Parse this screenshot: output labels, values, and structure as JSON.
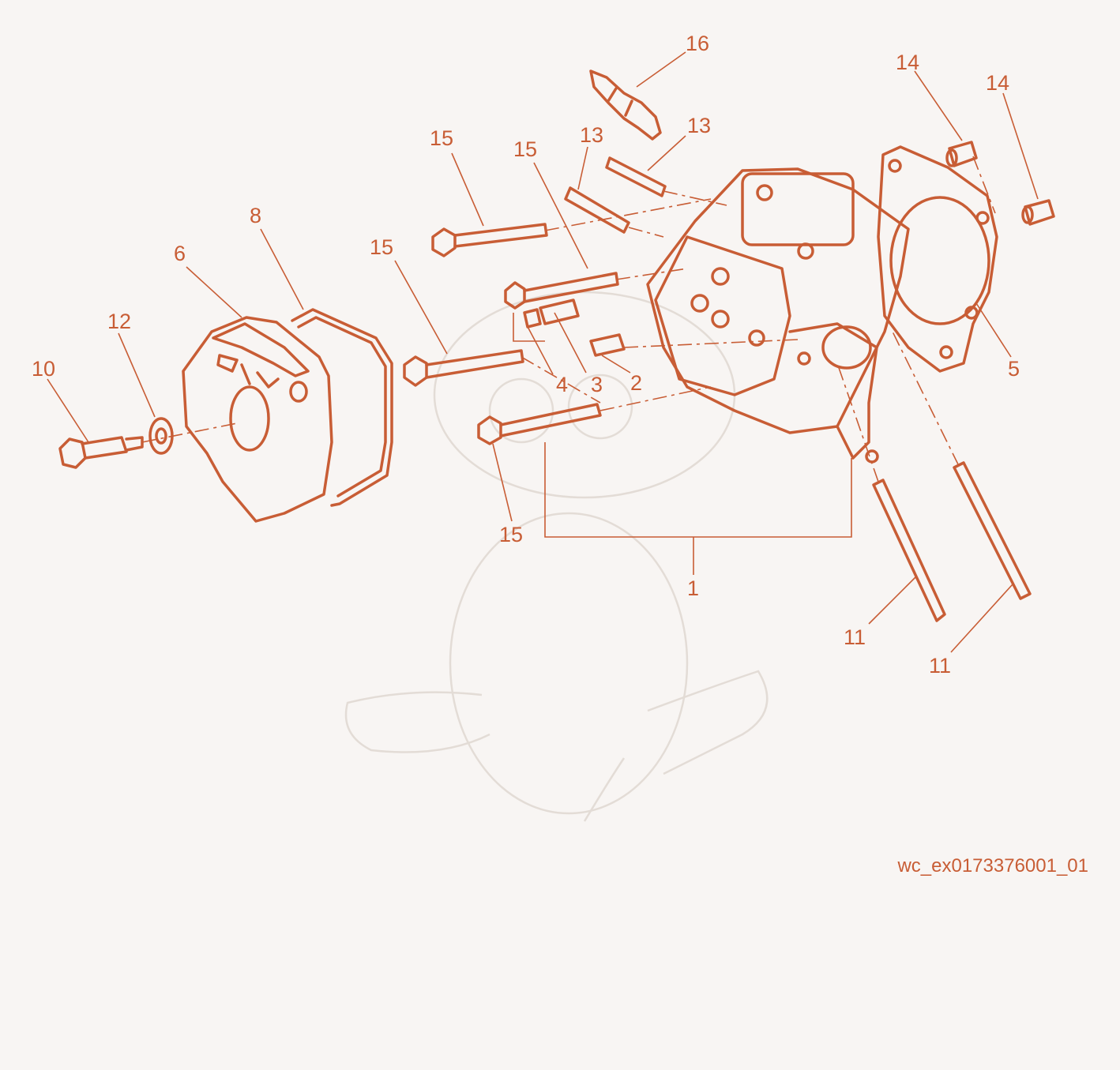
{
  "callouts": {
    "c1": "1",
    "c2": "2",
    "c3": "3",
    "c4": "4",
    "c5": "5",
    "c6": "6",
    "c8": "8",
    "c10": "10",
    "c11a": "11",
    "c11b": "11",
    "c12": "12",
    "c13a": "13",
    "c13b": "13",
    "c14a": "14",
    "c14b": "14",
    "c15a": "15",
    "c15b": "15",
    "c15c": "15",
    "c15d": "15",
    "c16": "16"
  },
  "reference_code": "wc_ex0173376001_01",
  "colors": {
    "line": "#c85d35",
    "background": "#f8f5f3",
    "watermark": "#e3dcd6"
  }
}
